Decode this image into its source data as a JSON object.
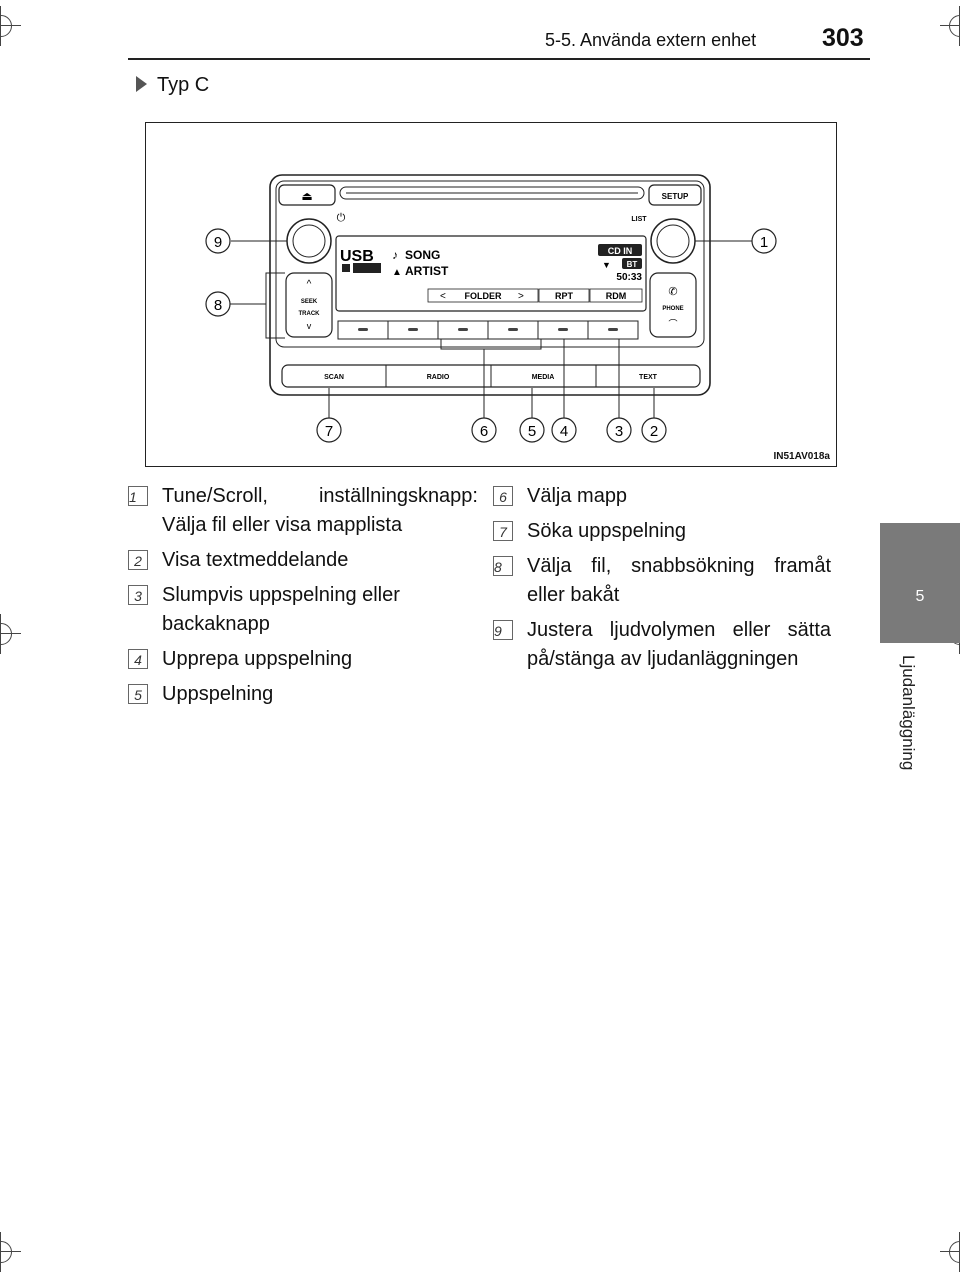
{
  "header": {
    "section": "5-5. Använda extern enhet",
    "page_number": "303"
  },
  "side_tab": {
    "number": "5",
    "label": "Ljudanläggning"
  },
  "type_heading": "Typ C",
  "figure": {
    "code": "IN51AV018a",
    "callouts": [
      "1",
      "2",
      "3",
      "4",
      "5",
      "6",
      "7",
      "8",
      "9"
    ],
    "unit": {
      "eject_icon": "⏏",
      "setup": "SETUP",
      "list": "LIST",
      "power_icon": "⏻",
      "source": "USB",
      "song": "SONG",
      "artist": "ARTIST",
      "cd_in": "CD IN",
      "bt": "BT",
      "time": "50:33",
      "folder": "FOLDER",
      "rpt": "RPT",
      "rdm": "RDM",
      "seek": "SEEK",
      "track": "TRACK",
      "phone": "PHONE",
      "scan": "SCAN",
      "radio": "RADIO",
      "media": "MEDIA",
      "text": "TEXT"
    }
  },
  "legend_left": [
    {
      "num": "1",
      "text": "Tune/Scroll, inställningsknapp: Välja fil eller visa mapplista"
    },
    {
      "num": "2",
      "text": "Visa textmeddelande"
    },
    {
      "num": "3",
      "text": "Slumpvis uppspelning eller backaknapp"
    },
    {
      "num": "4",
      "text": "Upprepa uppspelning"
    },
    {
      "num": "5",
      "text": "Uppspelning"
    }
  ],
  "legend_right": [
    {
      "num": "6",
      "text": "Välja mapp"
    },
    {
      "num": "7",
      "text": "Söka uppspelning"
    },
    {
      "num": "8",
      "text": "Välja fil, snabbsökning framåt eller bakåt"
    },
    {
      "num": "9",
      "text": "Justera ljudvolymen eller sätta på/stänga av ljudanläggningen"
    }
  ]
}
